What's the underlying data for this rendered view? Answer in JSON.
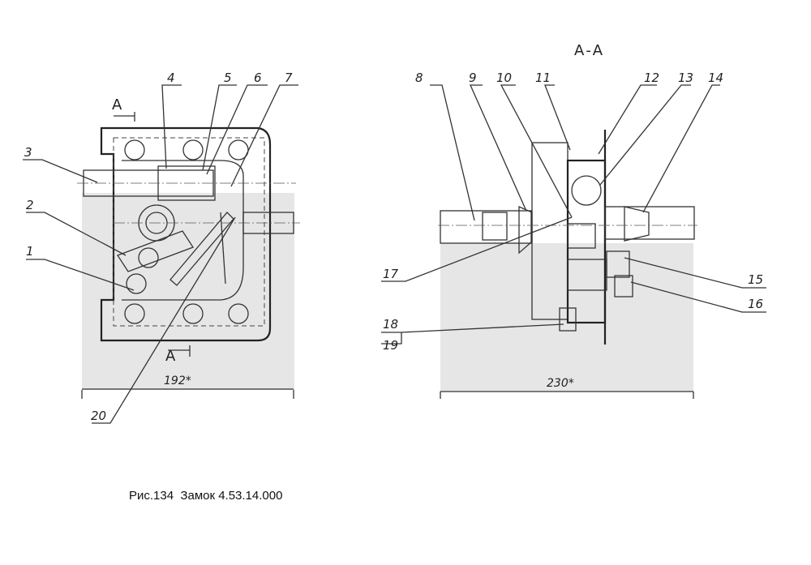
{
  "section_title": "А-А",
  "section_mark": "А",
  "callouts": [
    "1",
    "2",
    "3",
    "4",
    "5",
    "6",
    "7",
    "8",
    "9",
    "10",
    "11",
    "12",
    "13",
    "14",
    "15",
    "16",
    "17",
    "18",
    "19",
    "20"
  ],
  "dimensions": {
    "left_width": "192*",
    "right_width": "230*"
  },
  "caption": "Рис.134  Замок 4.53.14.000",
  "colors": {
    "ink": "#222222",
    "paper_shade": "#e6e6e6"
  }
}
